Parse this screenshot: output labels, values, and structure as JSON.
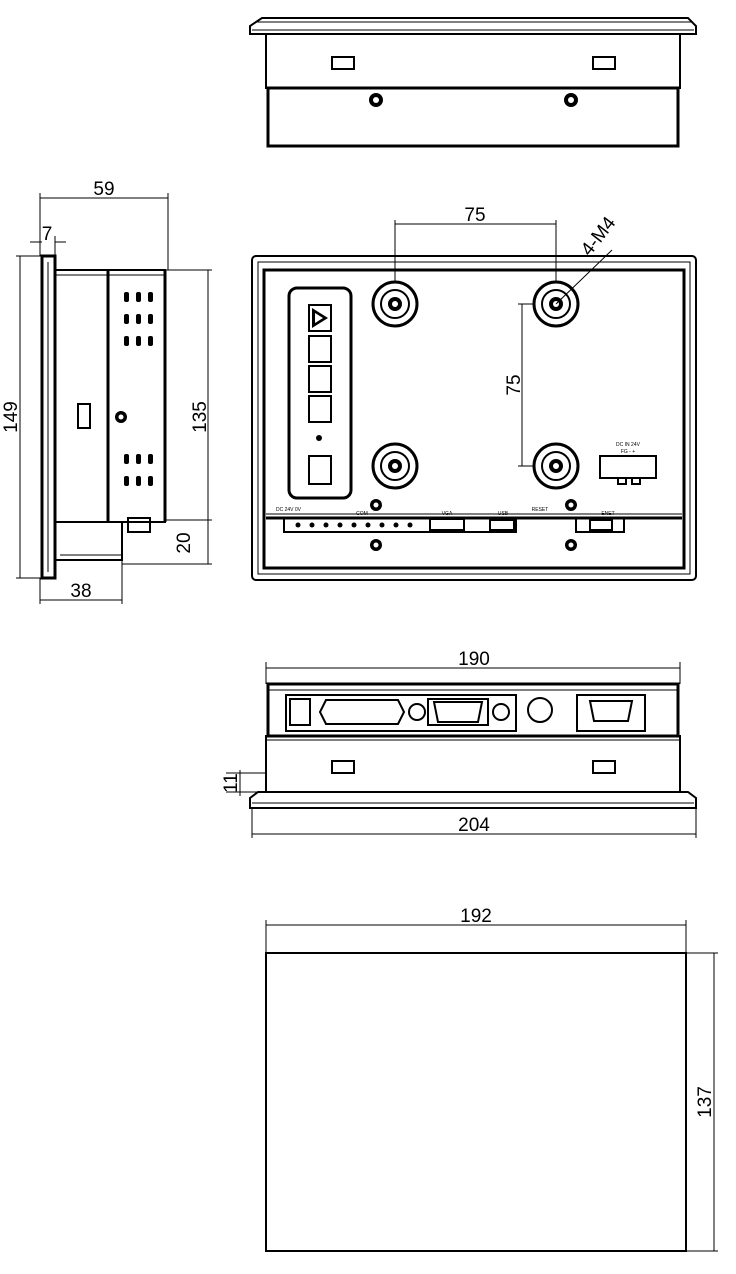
{
  "dimensions": {
    "side_depth": "59",
    "bezel_thickness": "7",
    "side_height": "149",
    "side_inner_height": "135",
    "rear_depth": "38",
    "bottom_offset": "20",
    "vesa_horizontal": "75",
    "vesa_vertical": "75",
    "screw_spec": "4-M4",
    "bottom_inner_width": "190",
    "bottom_outer_width": "204",
    "bottom_edge_offset": "11",
    "cutout_width": "192",
    "cutout_height": "137"
  },
  "port_labels": {
    "power": "DC 24V  0V",
    "com": "COM",
    "vga": "VGA",
    "usb": "USB",
    "reset": "RESET",
    "eth": "ENET",
    "supply": "DC IN 24V"
  },
  "icons": {
    "power_symbol": "power-triangle-icon"
  }
}
